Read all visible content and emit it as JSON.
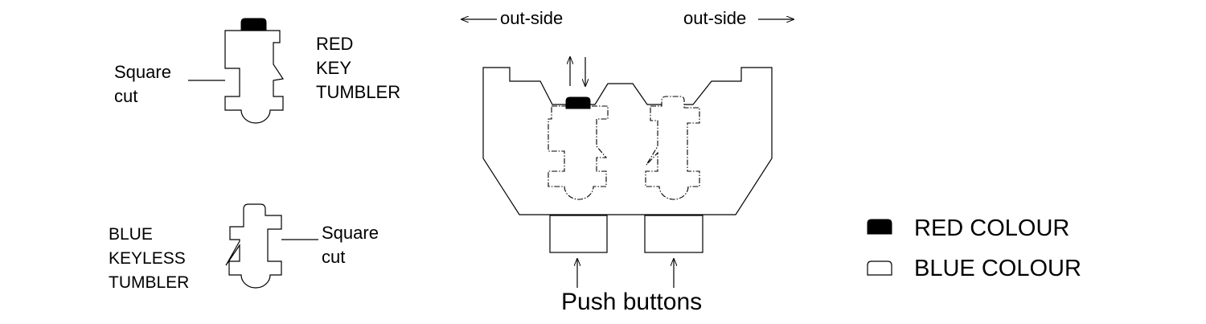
{
  "red_tumbler": {
    "cut_label_line1": "Square",
    "cut_label_line2": "cut",
    "name_line1": "RED",
    "name_line2": "KEY",
    "name_line3": "TUMBLER"
  },
  "blue_tumbler": {
    "name_line1": "BLUE",
    "name_line2": "KEYLESS",
    "name_line3": "TUMBLER",
    "cut_label_line1": "Square",
    "cut_label_line2": "cut"
  },
  "lock_assembly": {
    "left_direction_label": "out-side",
    "right_direction_label": "out-side",
    "push_buttons_label": "Push buttons"
  },
  "legend": {
    "items": [
      {
        "label": "RED COLOUR",
        "swatch": "filled",
        "color": "#000000"
      },
      {
        "label": "BLUE COLOUR",
        "swatch": "outline",
        "color": "#ffffff"
      }
    ]
  }
}
